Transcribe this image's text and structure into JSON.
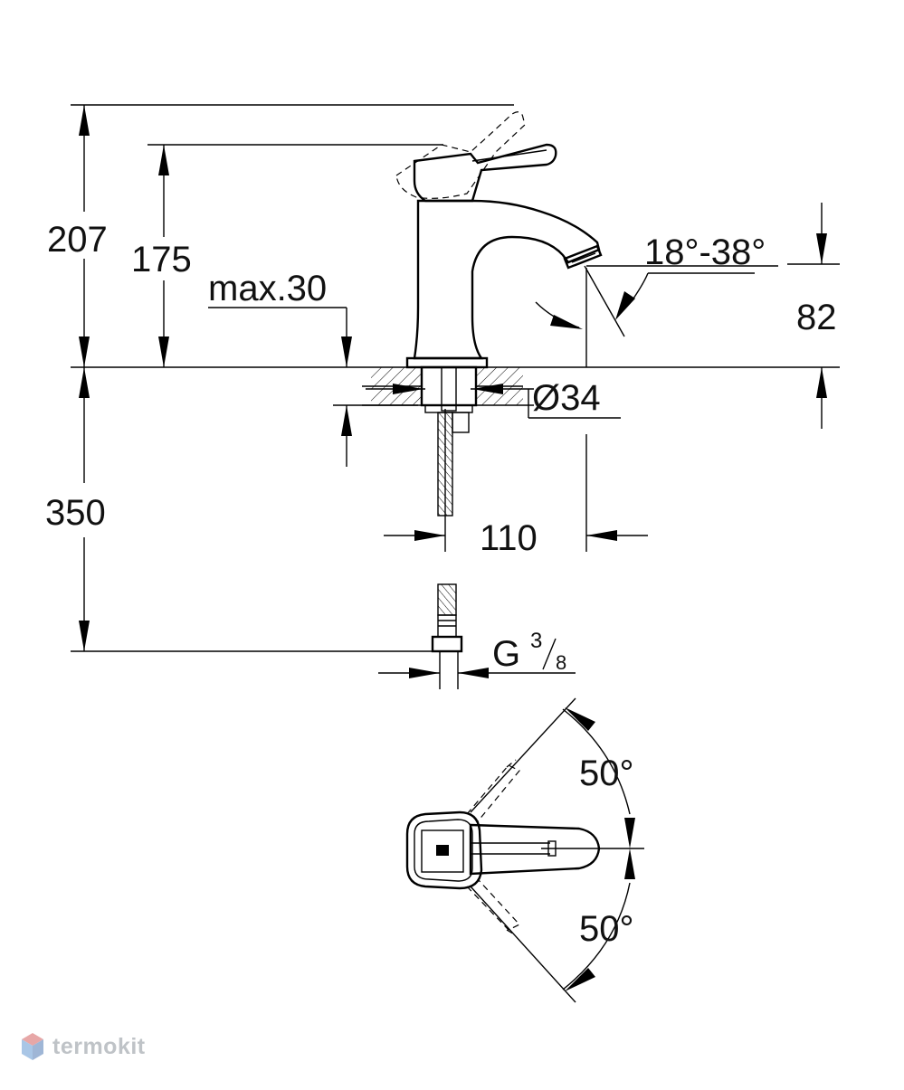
{
  "dimensions": {
    "total_height": "207",
    "spout_height": "175",
    "max_thickness": "max.30",
    "spray_angle": "18°-38°",
    "spout_outlet_height": "82",
    "hole_diameter": "Ø34",
    "below_deck_hose": "350",
    "spout_reach": "110",
    "connection_main": "G",
    "connection_num": "3",
    "connection_den": "8",
    "rotation_top": "50°",
    "rotation_bottom": "50°"
  },
  "watermark": {
    "text": "termokit",
    "colors": [
      "#e7a7a7",
      "#a9c6e6",
      "#9fb6d6"
    ]
  }
}
